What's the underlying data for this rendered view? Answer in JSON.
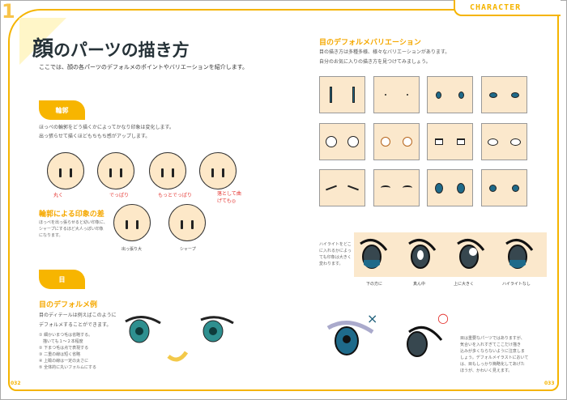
{
  "header": {
    "section": "CHARACTER",
    "chapter": "1"
  },
  "left": {
    "title_main": "顔",
    "title_rest": "のパーツの描き方",
    "intro": "ここでは、顔の各パーツのデフォルメのポイントやバリエーションを紹介します。",
    "outline": {
      "label": "輪郭",
      "desc1": "ほっぺの輪郭をどう描くかによってかなり印象は変化します。",
      "desc2": "出っ張らせて描くほどもちもち感がアップします。",
      "notes": [
        "丸く",
        "でっぱり",
        "もっとでっぱり",
        "落として曲げても◎"
      ],
      "sub": "輪郭による印象の差",
      "subdesc": [
        "ほっぺを出っ張らせると幼い印象に、",
        "シャープにするほど大人っぽい印象",
        "になります。"
      ],
      "captions": [
        "出っ張り大",
        "シャープ"
      ]
    },
    "eye": {
      "label": "目",
      "sub": "目のデフォルメ例",
      "desc1": "目のディテールは例えばこのように",
      "desc2": "デフォルメすることができます。",
      "points": [
        "① 細かいまつ毛は省略する。",
        "　描いても１〜２本程度",
        "② 下まつ毛は点で表現する",
        "③ 二重の線は短く省略",
        "④ 上瞼の線は一定の太さに",
        "⑤ 全体的に丸いフォルムにする"
      ]
    },
    "page": "032"
  },
  "right": {
    "sub": "目のデフォルメバリエーション",
    "desc1": "目の描き方は多種多様、様々なバリエーションがあります。",
    "desc2": "自分のお気に入りの描き方を見つけてみましょう。",
    "highlight_desc": [
      "ハイライトをどこ",
      "に入れるかによっ",
      "ても印象は大きく",
      "変わります。"
    ],
    "highlight_caps": [
      "下の方に",
      "真ん中",
      "上に大きく",
      "ハイライトなし"
    ],
    "marks": {
      "bad": "×",
      "good": "○"
    },
    "note": [
      "目は重要なパーツではありますが、",
      "気合いを入れすぎてここだけ描き",
      "込みが多くならないように注意しま",
      "しょう。デフォルメイラストにおいて",
      "は、目もしっかり簡略化してあげた",
      "ほうが、かわいく見えます。"
    ],
    "page": "033"
  },
  "colors": {
    "accent": "#f5b400",
    "skin": "#fbe8cc",
    "iris": "#1e6a8a"
  }
}
